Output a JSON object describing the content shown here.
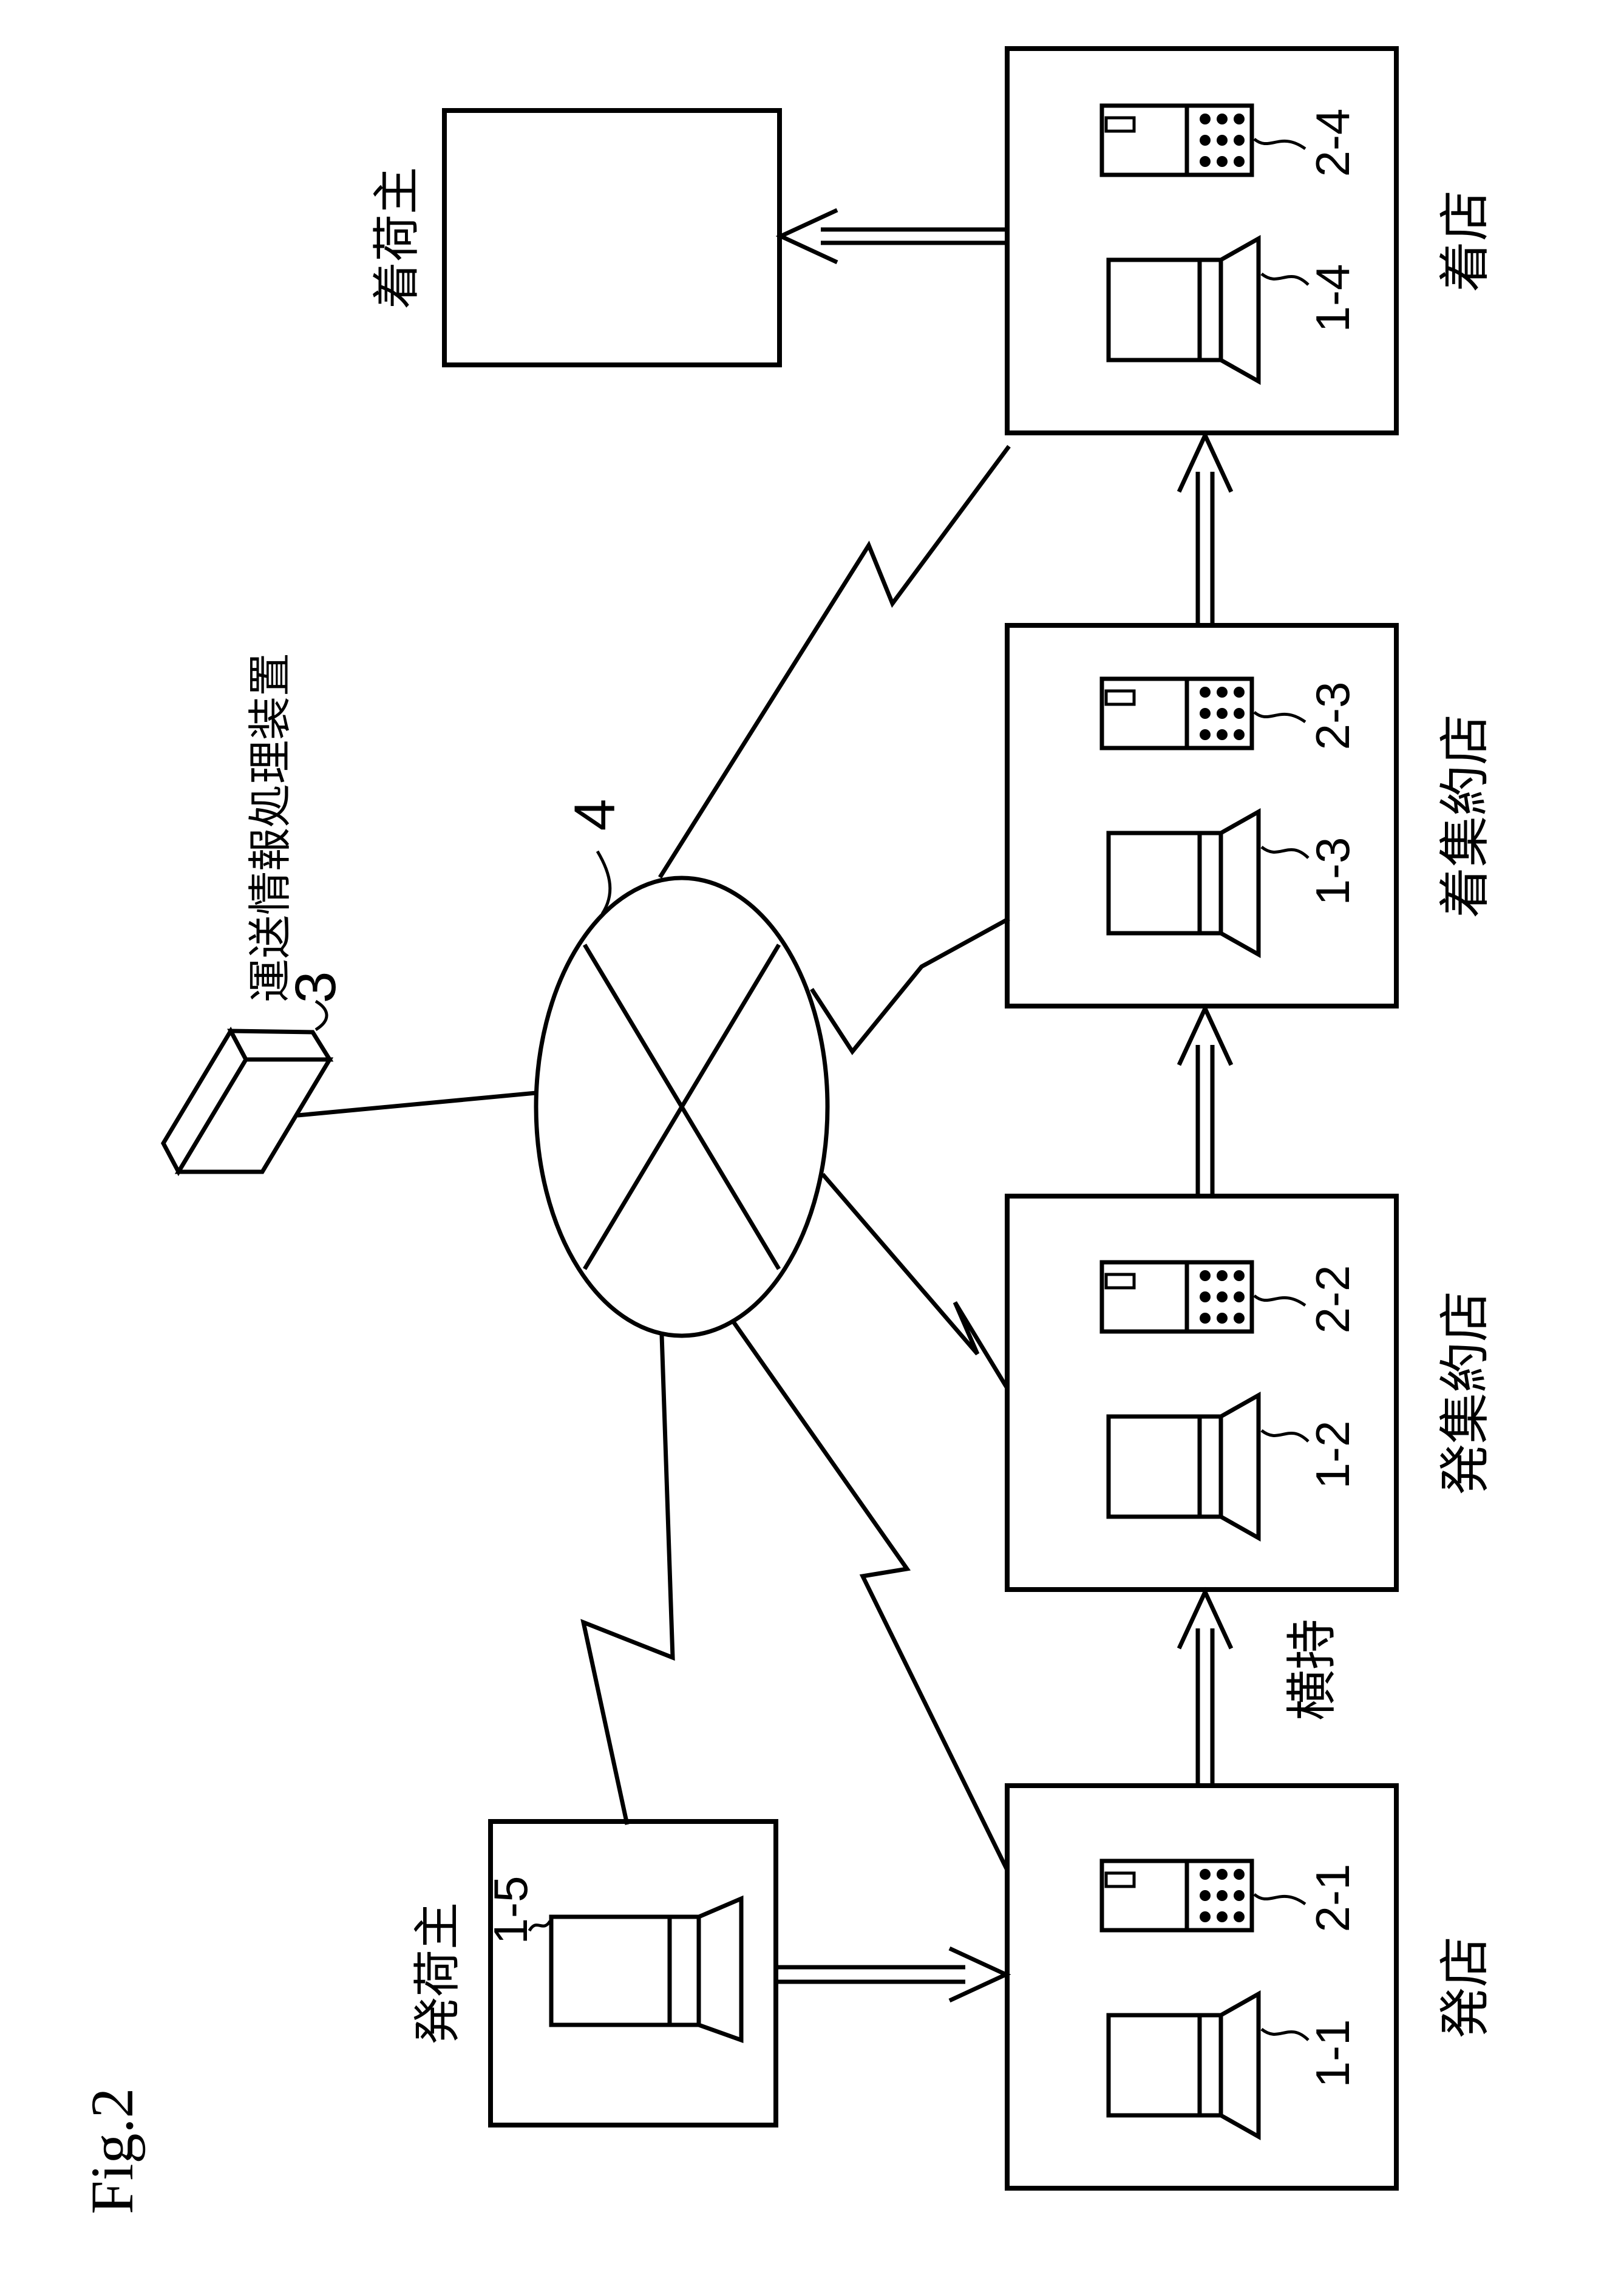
{
  "figure": {
    "label": "Fig.2"
  },
  "colors": {
    "ink": "#000000",
    "background": "#ffffff"
  },
  "device": {
    "name": "運送情報処理装置",
    "ref": "3"
  },
  "network": {
    "ref": "4"
  },
  "shipper": {
    "label": "発荷主",
    "terminal_ref": "1-5"
  },
  "consignee": {
    "label": "着荷主"
  },
  "transfer_label": "横持",
  "stations": [
    {
      "label": "発店",
      "terminal_ref": "1-1",
      "phone_ref": "2-1"
    },
    {
      "label": "発集約店",
      "terminal_ref": "1-2",
      "phone_ref": "2-2"
    },
    {
      "label": "着集約店",
      "terminal_ref": "1-3",
      "phone_ref": "2-3"
    },
    {
      "label": "着店",
      "terminal_ref": "1-4",
      "phone_ref": "2-4"
    }
  ]
}
